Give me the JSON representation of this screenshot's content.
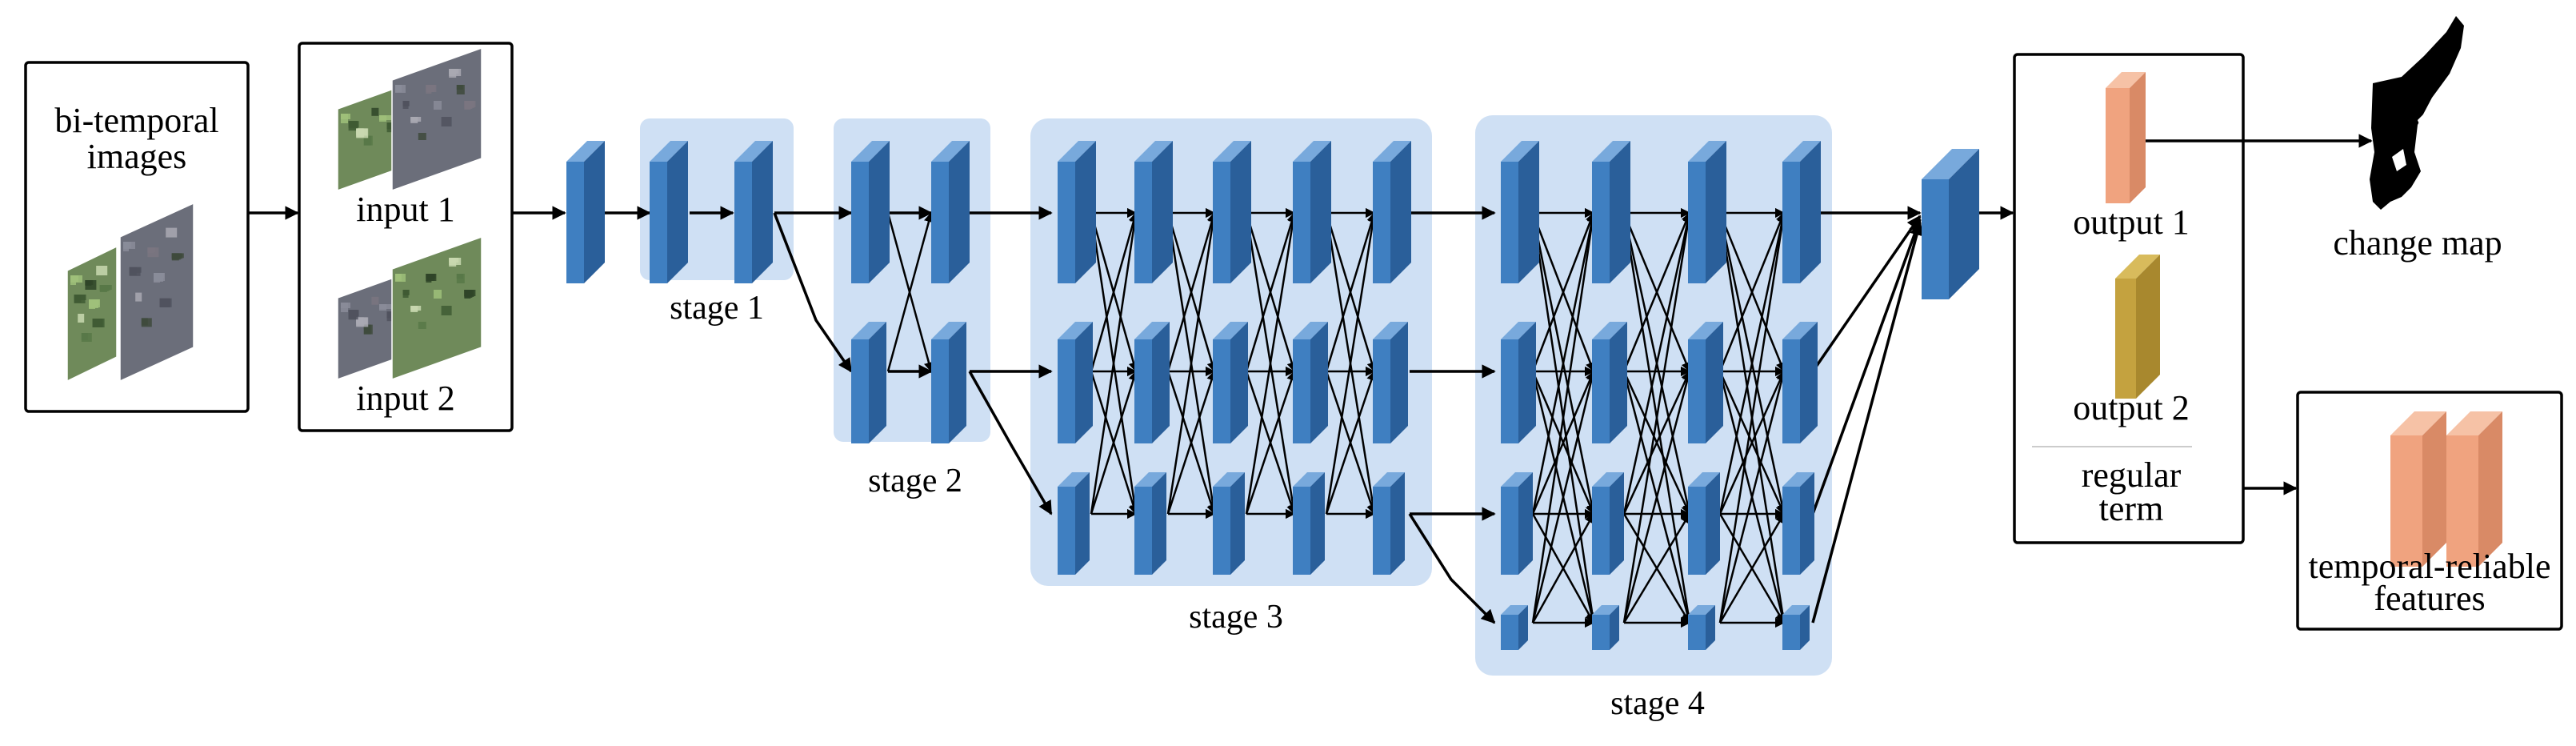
{
  "labels": {
    "bi_temporal": [
      "bi-temporal",
      "images"
    ],
    "input1": "input 1",
    "input2": "input 2",
    "stage1": "stage 1",
    "stage2": "stage 2",
    "stage3": "stage 3",
    "stage4": "stage 4",
    "output1": "output 1",
    "output2": "output 2",
    "regular_term": [
      "regular",
      "term"
    ],
    "change_map": "change map",
    "temporal_features": [
      "temporal-reliable",
      "features"
    ]
  },
  "colors": {
    "block_front": "#3f7fc1",
    "block_side": "#2a5f9a",
    "block_top": "#78a9dc",
    "stage_bg": "#cfe0f4",
    "output1": "#f0a37f",
    "output2": "#c4a23f",
    "features": "#f0a37f"
  }
}
